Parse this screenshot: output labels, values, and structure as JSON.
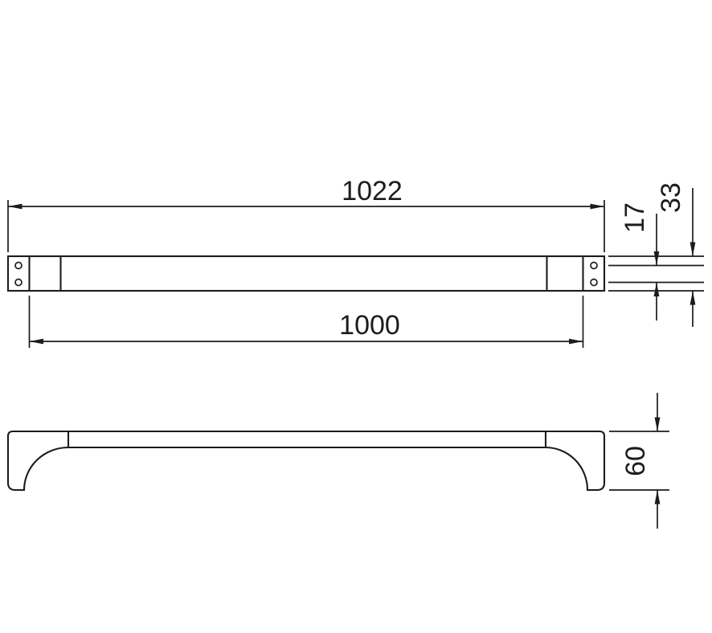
{
  "colors": {
    "background": "#ffffff",
    "line": "#1c1c1c"
  },
  "drawing": {
    "kind": "two-view dimensioned technical drawing of a wall-mounted towel bar",
    "front_view": {
      "overall_length": "1022",
      "mounting_length": "1000",
      "hole_spacing": "17",
      "plate_height": "33"
    },
    "plan_view": {
      "depth": "60"
    }
  }
}
